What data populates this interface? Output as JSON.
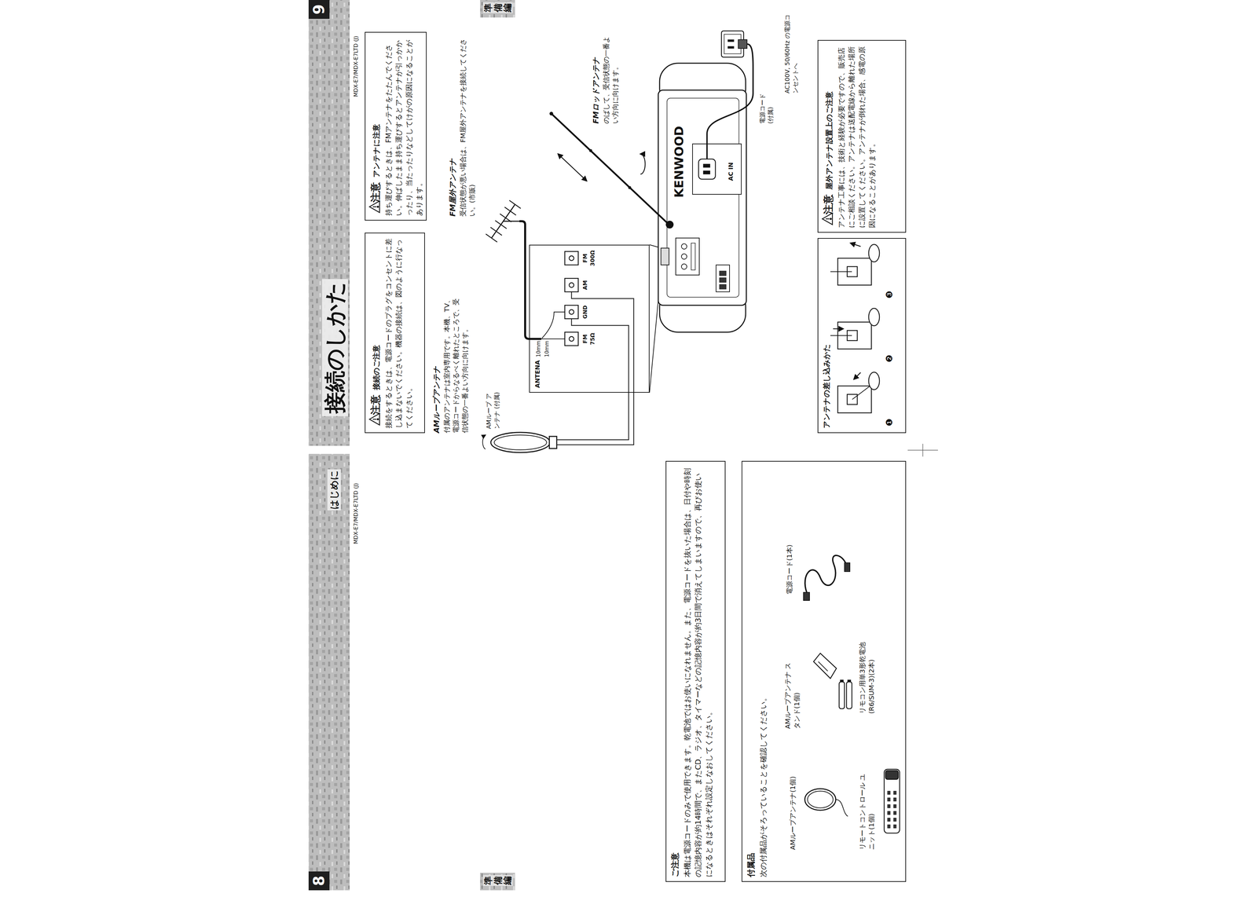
{
  "diagram": {
    "title": "接続のしかた",
    "nodes": [
      {
        "text": [
          "ご注意",
          "本機は電源コードのみで使用できます。乾電池ではお使いになれません。また、電源コードを抜いた場合は、日付や時刻の記憶内容が約14時間で、またCD、ラジオ、タイマーなどの記憶内容が約3日間で消えてしまいますので、再びお使いになるときはそれぞれ設定しなおしてください。"
        ]
      },
      {
        "text": [
          "付属品",
          "次の付属品がそろっていることを確認してください。"
        ]
      },
      {
        "text": [
          "注意",
          "接続のご注意",
          "接続をするときは、電源コードのプラグをコンセントに差し込まないでください。機器の接続は、図のように行なってください。"
        ]
      },
      {
        "text": [
          "注意",
          "アンテナに注意",
          "持ち運びするときは、FMアンテナをたたんでください。伸ばしたまま持ち運びするとアンテナが引っかかったり、当たったりなどしてけがの原因になることがあります。"
        ]
      },
      {
        "text": [
          "ANTENA"
        ]
      },
      {
        "text": [
          "注意",
          "屋外アンテナ設置上のご注意",
          "アンテナ工事には、技術と経験が必要ですので、販売店にご相談ください。アンテナは送配電線から離れた場所に設置してください。アンテナが倒れた場合、感電の原因になることがあります。"
        ]
      },
      {
        "text": [
          "アンテナの差し込みかた"
        ]
      }
    ],
    "labels": [
      "8",
      "はじめに",
      "MDX-E7/MDX-E7LTD (J)",
      "準備編",
      "AMループアンテナ(1個)",
      "AMループアンテナ スタンド(1個)",
      "電源コード(1本)",
      "リモートコントロール ユニット(1個)",
      "リモコン用単3形乾電池 (R6/SUM-3)(2本)",
      "9",
      "MDX-E7/MDX-E7LTD (J)",
      "準備編",
      "AMループアンテナ",
      "付属のアンテナは室内専用です。本機、TV、電源コードからなるべく離れたところで、受信状態の一番よい方向に向けます。",
      "FM屋外アンテナ",
      "受信状態が悪い場合は、FM屋外アンテナを接続してください。(市販)",
      "AMループ アンテナ (付属)",
      "10mm",
      "10mm",
      "FM 75Ω",
      "GND",
      "AM",
      "FM 300Ω",
      "FMロッドアンテナ",
      "のばして、受信状態の一番よい方向に向けます。",
      "KENWOOD",
      "AC IN",
      "電源コード (付属)",
      "AC100V, 50/60Hz の電源コンセントへ",
      "❶",
      "❷",
      "❸"
    ]
  }
}
